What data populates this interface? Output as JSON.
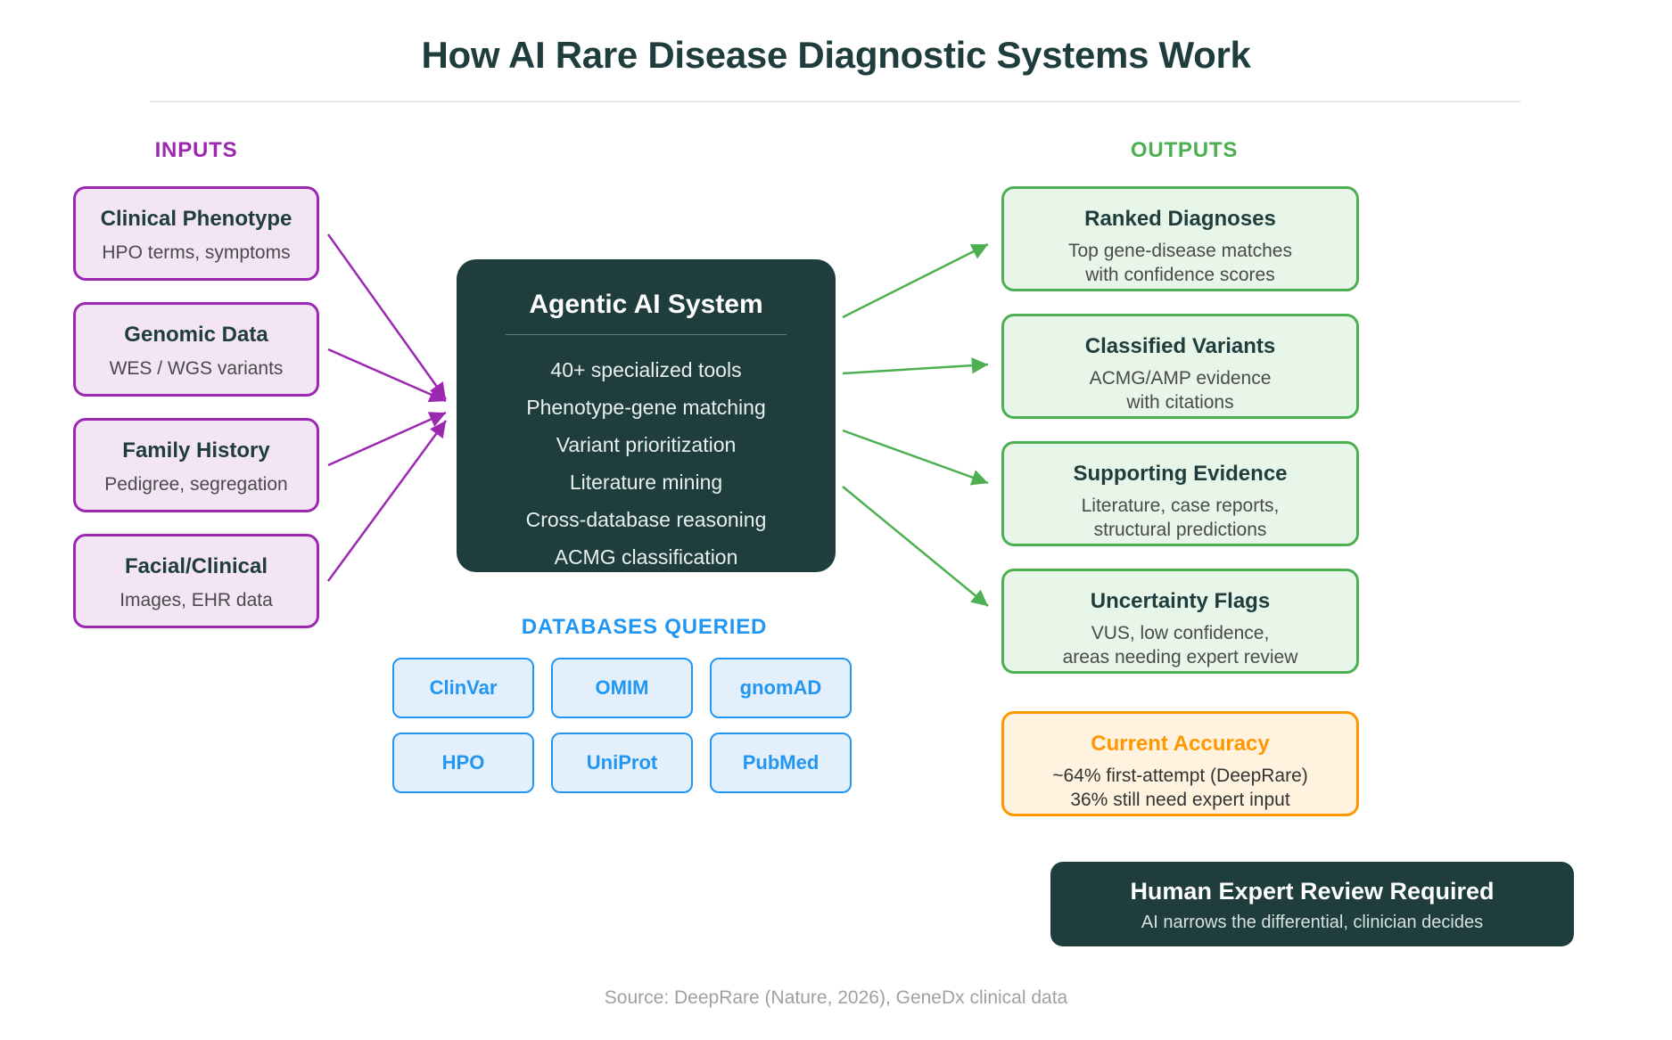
{
  "title": "How AI Rare Disease Diagnostic Systems Work",
  "inputs": {
    "label": "INPUTS",
    "items": [
      {
        "title": "Clinical Phenotype",
        "sub": "HPO terms, symptoms"
      },
      {
        "title": "Genomic Data",
        "sub": "WES / WGS variants"
      },
      {
        "title": "Family History",
        "sub": "Pedigree, segregation"
      },
      {
        "title": "Facial/Clinical",
        "sub": "Images, EHR data"
      }
    ]
  },
  "center": {
    "title": "Agentic AI System",
    "items": [
      "40+ specialized tools",
      "Phenotype-gene matching",
      "Variant prioritization",
      "Literature mining",
      "Cross-database reasoning",
      "ACMG classification"
    ]
  },
  "databases": {
    "label": "DATABASES QUERIED",
    "items": [
      "ClinVar",
      "OMIM",
      "gnomAD",
      "HPO",
      "UniProt",
      "PubMed"
    ]
  },
  "outputs": {
    "label": "OUTPUTS",
    "items": [
      {
        "title": "Ranked Diagnoses",
        "sub1": "Top gene-disease matches",
        "sub2": "with confidence scores"
      },
      {
        "title": "Classified Variants",
        "sub1": "ACMG/AMP evidence",
        "sub2": "with citations"
      },
      {
        "title": "Supporting Evidence",
        "sub1": "Literature, case reports,",
        "sub2": "structural predictions"
      },
      {
        "title": "Uncertainty Flags",
        "sub1": "VUS, low confidence,",
        "sub2": "areas needing expert review"
      }
    ]
  },
  "accuracy": {
    "title": "Current Accuracy",
    "line1": "~64% first-attempt (DeepRare)",
    "line2": "36% still need expert input"
  },
  "human_review": {
    "title": "Human Expert Review Required",
    "sub": "AI narrows the differential, clinician decides"
  },
  "source": "Source: DeepRare (Nature, 2026), GeneDx clinical data",
  "colors": {
    "input": "#9c27b0",
    "output": "#4caf50",
    "database": "#2196f3",
    "accuracy": "#ff9800",
    "dark": "#1e3d3c"
  }
}
